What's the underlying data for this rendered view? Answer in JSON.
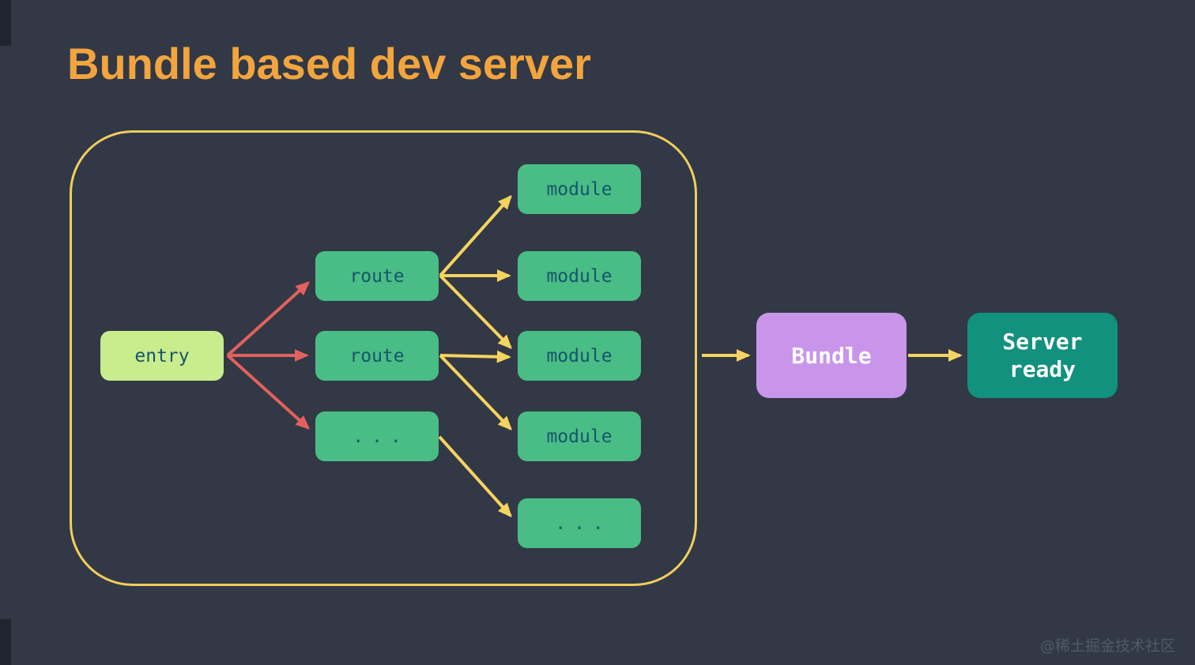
{
  "title": "Bundle based dev server",
  "watermark": "@稀土掘金技术社区",
  "colors": {
    "background": "#323845",
    "title_orange": "#F2A43E",
    "boundary_gold": "#F2CE5B",
    "entry_green": "#C9EC8D",
    "node_green": "#49BD85",
    "node_text_teal": "#16556A",
    "bundle_purple": "#C995EA",
    "server_teal": "#12917E",
    "arrow_red": "#E2615E",
    "arrow_yellow": "#F5D35F",
    "light_text": "#FFFFFF"
  },
  "diagram": {
    "entry": {
      "label": "entry"
    },
    "routes": [
      {
        "label": "route"
      },
      {
        "label": "route"
      },
      {
        "label": "..."
      }
    ],
    "modules": [
      {
        "label": "module"
      },
      {
        "label": "module"
      },
      {
        "label": "module"
      },
      {
        "label": "module"
      },
      {
        "label": "..."
      }
    ],
    "bundle": {
      "label": "Bundle"
    },
    "server": {
      "line1": "Server",
      "line2": "ready"
    }
  }
}
